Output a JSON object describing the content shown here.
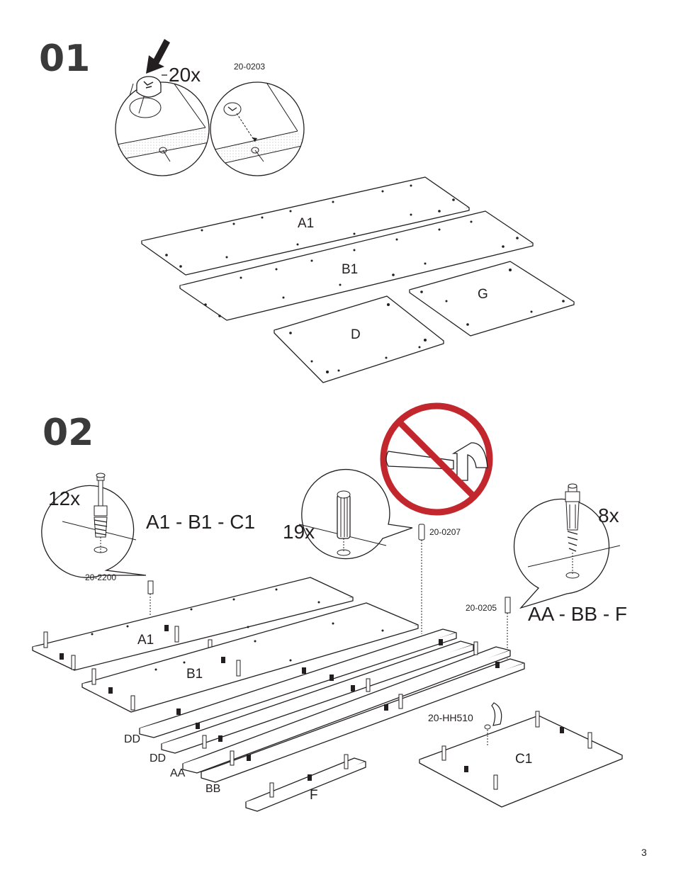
{
  "page": {
    "number": "3"
  },
  "step1": {
    "number": "01",
    "quantity": "20x",
    "part_code": "20-0203",
    "panels": [
      "A1",
      "B1",
      "D",
      "G"
    ]
  },
  "step2": {
    "number": "02",
    "callout_left": {
      "quantity": "12x",
      "part_code": "20-2200",
      "applies_to": "A1 - B1 - C1"
    },
    "callout_mid": {
      "quantity": "19x",
      "part_code": "20-0207"
    },
    "callout_right": {
      "quantity": "8x",
      "part_code": "20-0205",
      "applies_to": "AA - BB - F"
    },
    "hardware_code": "20-HH510",
    "parts": [
      "A1",
      "B1",
      "DD",
      "DD",
      "AA",
      "BB",
      "F",
      "C1"
    ],
    "warning_icon": "no-hammer-icon",
    "warning_color": "#c1272d"
  }
}
